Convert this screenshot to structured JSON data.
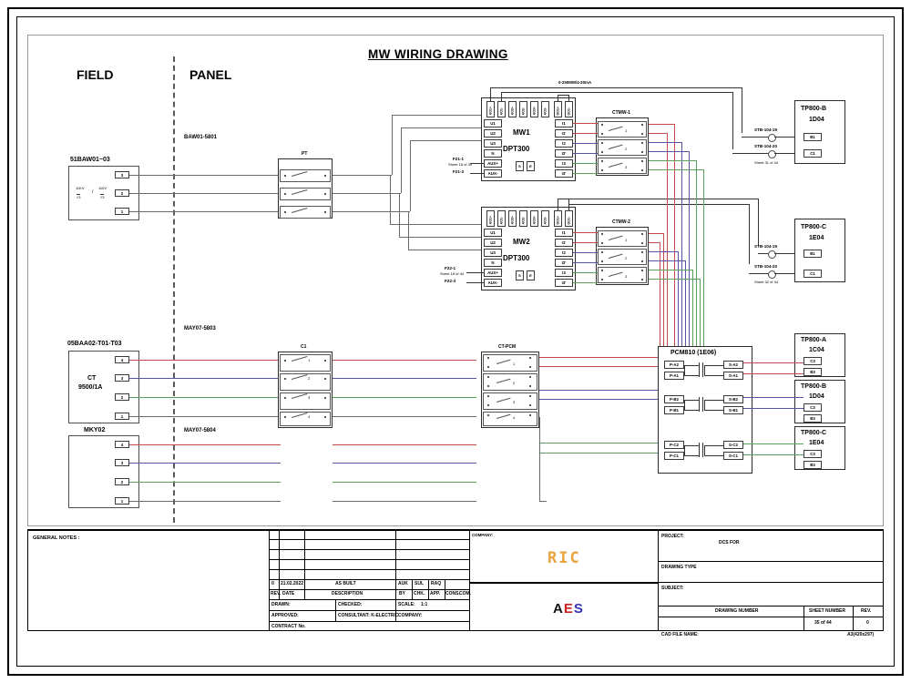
{
  "sheet": {
    "title": "MW WIRING DRAWING",
    "zones": {
      "field": "FIELD",
      "panel": "PANEL"
    },
    "paper_size": "A3(420x297)"
  },
  "cable_tags": {
    "vt_cable": "BAW01-5801",
    "ct_cable_1": "MAY07-5803",
    "ct_cable_2": "MAY07-5804"
  },
  "field_devices": [
    {
      "tag": "51BAW01~03",
      "type": "VT",
      "ratio_primary": "11KV",
      "ratio_secondary": "110V",
      "ratio_text": "11KV / 110V",
      "root": "√3",
      "terminals": [
        "3",
        "2",
        "1"
      ]
    },
    {
      "tag": "05BAA02-T01-T03",
      "type": "CT",
      "ratio": "9500/1A",
      "label_line1": "CT",
      "label_line2": "9500/1A",
      "terminals": [
        "4",
        "3",
        "2",
        "1"
      ]
    },
    {
      "tag": "MKY02",
      "type": "CT",
      "terminals": [
        "4",
        "3",
        "2",
        "1"
      ]
    }
  ],
  "panel_blocks": [
    {
      "name": "PT",
      "rows": [
        "1",
        "2",
        "3"
      ]
    },
    {
      "name": "C1",
      "rows": [
        "1",
        "2",
        "3",
        "4"
      ]
    },
    {
      "name": "CT-PCM",
      "rows": [
        "1",
        "2",
        "3",
        "4"
      ]
    },
    {
      "name": "CTMW-1",
      "rows": [
        "1",
        "2",
        "3"
      ]
    },
    {
      "name": "CTMW-2",
      "rows": [
        "1",
        "2",
        "3"
      ]
    }
  ],
  "transducers": [
    {
      "name": "MW1",
      "model": "DPT300",
      "left_terminals": [
        "U1",
        "U2",
        "U3",
        "N",
        "AUX+",
        "AUX-"
      ],
      "right_terminals": [
        "I1",
        "I1'",
        "I2",
        "I2'",
        "I3",
        "I3'"
      ],
      "top_terminals": [
        "AO1+",
        "AO1-",
        "AO2+",
        "AO2-",
        "AO3+",
        "AO3-",
        "DO1+",
        "DO1-"
      ],
      "bottom_terminals": [
        "S",
        "E"
      ],
      "supply_ref_1": "F21-1",
      "supply_ref_2": "F21-3",
      "supply_sheet": "Sheet 18 of 44"
    },
    {
      "name": "MW2",
      "model": "DPT300",
      "left_terminals": [
        "U1",
        "U2",
        "U3",
        "N",
        "AUX+",
        "AUX-"
      ],
      "right_terminals": [
        "I1",
        "I1'",
        "I2",
        "I2'",
        "I3",
        "I3'"
      ],
      "top_terminals": [
        "AO1+",
        "AO1-",
        "AO2+",
        "AO2-",
        "AO3+",
        "AO3-",
        "DO1+",
        "DO1-"
      ],
      "bottom_terminals": [
        "S",
        "E"
      ],
      "supply_ref_1": "F22-1",
      "supply_ref_2": "F22-3",
      "supply_sheet": "Sheet 18 of 44"
    }
  ],
  "signal_note": "0-250MW/4-20mA",
  "stb_terminals": [
    {
      "tag": "STB-104-19",
      "sheet": ""
    },
    {
      "tag": "STB-104-20",
      "sheet": "Sheet 31 of 44"
    },
    {
      "tag": "STB-104-19",
      "sheet": ""
    },
    {
      "tag": "STB-104-20",
      "sheet": "Sheet 32 of 44"
    }
  ],
  "tp_blocks": [
    {
      "name": "TP800-B",
      "slot": "1D04",
      "terminals": [
        "B1",
        "C1"
      ]
    },
    {
      "name": "TP800-C",
      "slot": "1E04",
      "terminals": [
        "B1",
        "C1"
      ]
    },
    {
      "name": "TP800-A",
      "slot": "1C04",
      "terminals": [
        "C3",
        "B3"
      ]
    },
    {
      "name": "TP800-B",
      "slot": "1D04",
      "terminals": [
        "C3",
        "B3"
      ]
    },
    {
      "name": "TP800-C",
      "slot": "1E04",
      "terminals": [
        "C3",
        "B3"
      ]
    }
  ],
  "pcm": {
    "name": "PCM810 (1E06)",
    "pairs": [
      {
        "primary": [
          "P-A2",
          "P-A1"
        ],
        "secondary": [
          "S-A2",
          "S-A1"
        ]
      },
      {
        "primary": [
          "P-B2",
          "P-B1"
        ],
        "secondary": [
          "S-B2",
          "S-B1"
        ]
      },
      {
        "primary": [
          "P-C2",
          "P-C1"
        ],
        "secondary": [
          "S-C2",
          "S-C1"
        ]
      }
    ]
  },
  "title_block": {
    "general_notes": "GENERAL NOTES :",
    "revision": {
      "rev": "0",
      "date": "21.02.2022",
      "description": "AS BUILT",
      "by": "AUK",
      "chk": "SUL",
      "app": "RAQ",
      "cons": "",
      "com": ""
    },
    "headers": {
      "rev": "REV.",
      "date": "DATE",
      "description": "DESCRIPTION",
      "by": "BY",
      "chk": "CHK.",
      "app": "APP.",
      "cons": "CONS.",
      "com": "COM."
    },
    "rows": {
      "drawn": "DRAWN:",
      "checked": "CHECKED:",
      "scale_label": "SCALE:",
      "scale_value": "1:1",
      "approved": "APPROVED:",
      "consultant": "CONSULTANT: K-ELECTRIC",
      "company_field": "COMPANY:",
      "contract": "CONTRACT No."
    },
    "company_label": "COMPANY:",
    "logo_ric": "RIC",
    "logo_aes_a": "A",
    "logo_aes_e": "E",
    "logo_aes_s": "S",
    "project_label": "PROJECT:",
    "project_value": "DCS FOR",
    "drawing_type_label": "DRAWING TYPE",
    "subject_label": "SUBJECT:",
    "drawing_number_label": "DRAWING NUMBER",
    "sheet_number_label": "SHEET NUMBER",
    "rev_label": "REV.",
    "sheet_number_value": "35 of 44",
    "rev_value": "0",
    "cad_file_label": "CAD FILE NAME:",
    "cad_file_value": "A3(420x297)"
  }
}
